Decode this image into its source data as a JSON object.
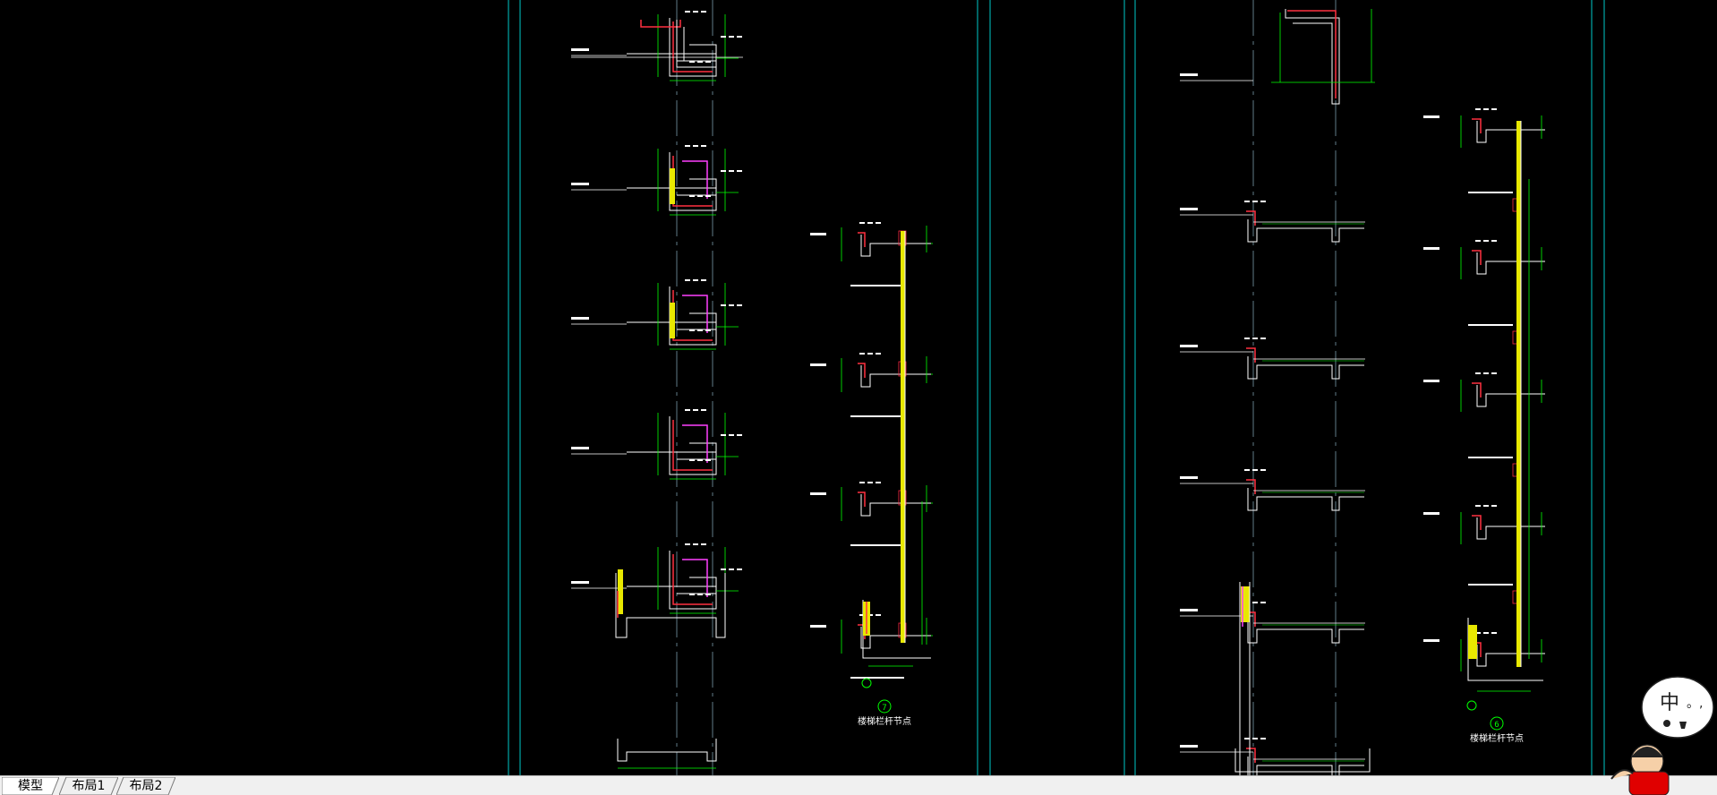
{
  "tabs": [
    {
      "label": "模型",
      "active": true
    },
    {
      "label": "布局1",
      "active": false
    },
    {
      "label": "布局2",
      "active": false
    }
  ],
  "ime": {
    "text": "中",
    "punct": "。,"
  },
  "drawing": {
    "background": "#000000",
    "frame_color": "#00c8c8",
    "outline_color": "#ffffff",
    "section_color": "#ff3040",
    "rebar_color": "#ff40ff",
    "dim_color": "#00ff00",
    "fill_color": "#e8e800",
    "callout_left": "7",
    "callout_right": "6",
    "caption_left": "楼梯栏杆节点",
    "caption_right": "楼梯栏杆节点"
  }
}
